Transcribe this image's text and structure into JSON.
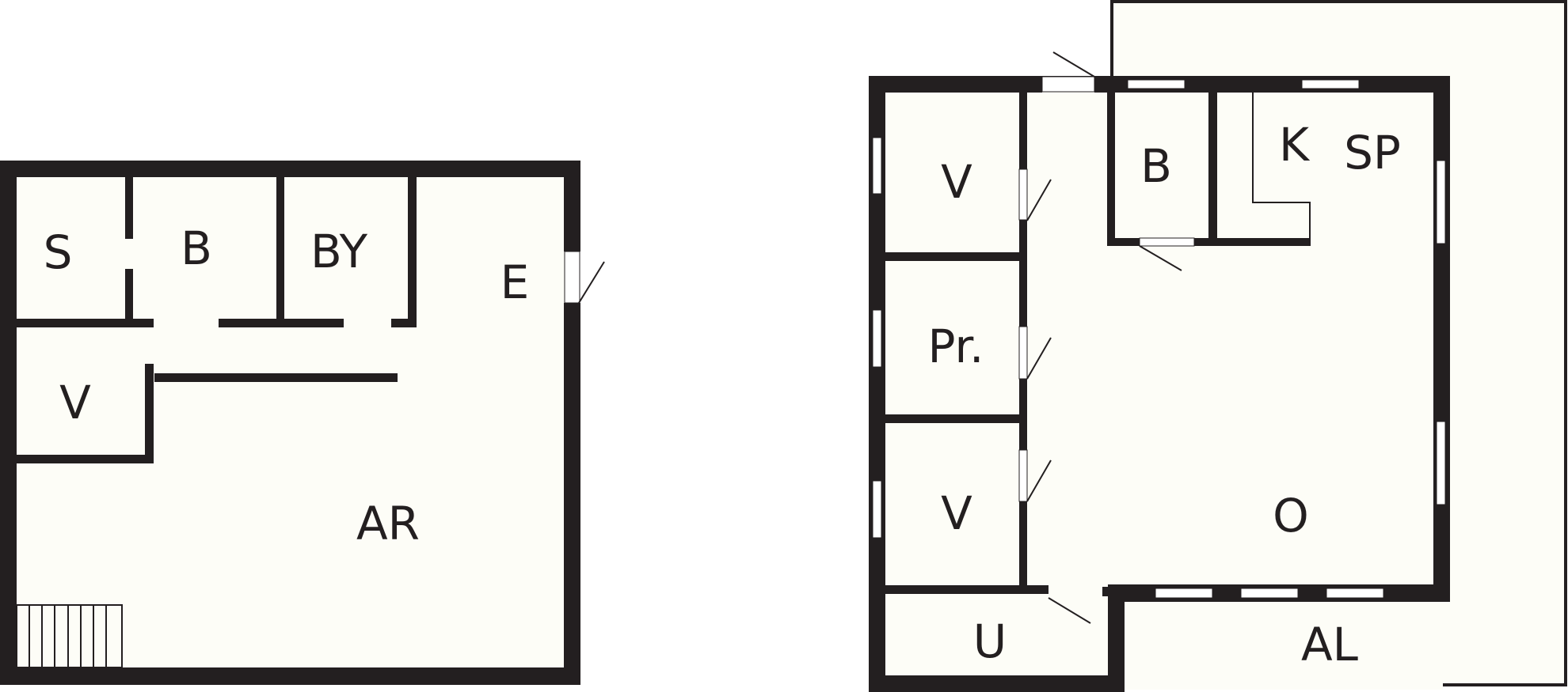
{
  "colors": {
    "wall": "#231f20",
    "floor": "#fdfdf7",
    "background": "#ffffff",
    "window": "#ffffff"
  },
  "plans": [
    {
      "name": "left-plan",
      "rooms": [
        {
          "id": "s",
          "label": "S"
        },
        {
          "id": "b",
          "label": "B"
        },
        {
          "id": "by",
          "label": "BY"
        },
        {
          "id": "e",
          "label": "E"
        },
        {
          "id": "v",
          "label": "V"
        },
        {
          "id": "ar",
          "label": "AR"
        }
      ]
    },
    {
      "name": "right-plan",
      "rooms": [
        {
          "id": "v1",
          "label": "V"
        },
        {
          "id": "pr",
          "label": "Pr."
        },
        {
          "id": "v2",
          "label": "V"
        },
        {
          "id": "b",
          "label": "B"
        },
        {
          "id": "k",
          "label": "K"
        },
        {
          "id": "sp",
          "label": "SP"
        },
        {
          "id": "o",
          "label": "O"
        },
        {
          "id": "u",
          "label": "U"
        },
        {
          "id": "al",
          "label": "AL"
        }
      ]
    }
  ]
}
